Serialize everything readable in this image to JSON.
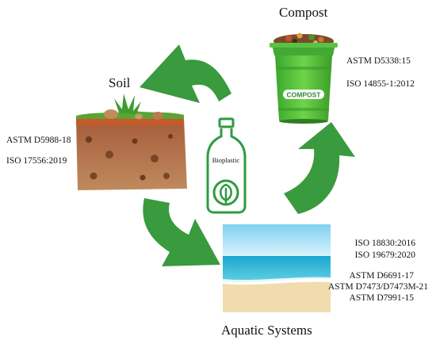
{
  "compost": {
    "title": "Compost",
    "bin_label": "COMPOST",
    "standards": [
      "ASTM D5338:15",
      "ISO 14855-1:2012"
    ]
  },
  "soil": {
    "title": "Soil",
    "standards": [
      "ASTM D5988-18",
      "ISO 17556:2019"
    ]
  },
  "aquatic": {
    "title": "Aquatic Systems",
    "standards_iso": [
      "ISO 18830:2016",
      "ISO 19679:2020"
    ],
    "standards_astm": [
      "ASTM D6691-17",
      "ASTM D7473/D7473M-21",
      "ASTM D7991-15"
    ]
  },
  "center": {
    "label": "Bioplastic"
  },
  "colors": {
    "arrow_green": "#3a9a3e",
    "bottle_green": "#2e9b3f",
    "bin_green": "#52c13a",
    "soil_brown": "#b0704a",
    "sea_blue": "#29b4d8",
    "sand": "#f0dcae",
    "sky": "#8fd8f2"
  }
}
